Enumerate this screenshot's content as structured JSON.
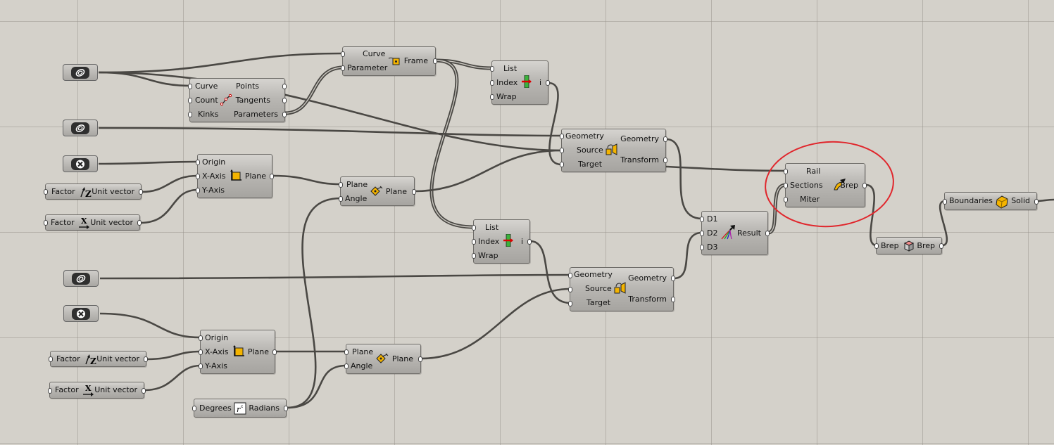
{
  "canvas": {
    "background": "#d4d1ca",
    "wire_color": "#4a4844",
    "highlight_color": "#e0262c"
  },
  "params": [
    {
      "id": "curve1",
      "icon": "curve-param-icon"
    },
    {
      "id": "curve2",
      "icon": "curve-param-icon"
    },
    {
      "id": "curve3",
      "icon": "curve-param-icon"
    },
    {
      "id": "point1",
      "icon": "point-param-icon"
    },
    {
      "id": "point2",
      "icon": "point-param-icon"
    }
  ],
  "components": {
    "divide": {
      "inputs": [
        "Curve",
        "Count",
        "Kinks"
      ],
      "outputs": [
        "Points",
        "Tangents",
        "Parameters"
      ],
      "icon": "divide-curve-icon"
    },
    "frame": {
      "inputs": [
        "Curve",
        "Parameter"
      ],
      "outputs": [
        "Frame"
      ],
      "icon": "curve-frame-icon"
    },
    "list1": {
      "inputs": [
        "List",
        "Index",
        "Wrap"
      ],
      "outputs": [
        "i"
      ],
      "icon": "list-item-icon"
    },
    "list2": {
      "inputs": [
        "List",
        "Index",
        "Wrap"
      ],
      "outputs": [
        "i"
      ],
      "icon": "list-item-icon"
    },
    "orient1": {
      "inputs": [
        "Geometry",
        "Source",
        "Target"
      ],
      "outputs": [
        "Geometry",
        "Transform"
      ],
      "icon": "orient-icon"
    },
    "orient2": {
      "inputs": [
        "Geometry",
        "Source",
        "Target"
      ],
      "outputs": [
        "Geometry",
        "Transform"
      ],
      "icon": "orient-icon"
    },
    "cplane1": {
      "inputs": [
        "Origin",
        "X-Axis",
        "Y-Axis"
      ],
      "outputs": [
        "Plane"
      ],
      "icon": "construct-plane-icon"
    },
    "cplane2": {
      "inputs": [
        "Origin",
        "X-Axis",
        "Y-Axis"
      ],
      "outputs": [
        "Plane"
      ],
      "icon": "construct-plane-icon"
    },
    "uz1": {
      "inputs": [
        "Factor"
      ],
      "outputs": [
        "Unit vector"
      ],
      "icon": "unit-z-icon"
    },
    "ux1": {
      "inputs": [
        "Factor"
      ],
      "outputs": [
        "Unit vector"
      ],
      "icon": "unit-x-icon"
    },
    "uz2": {
      "inputs": [
        "Factor"
      ],
      "outputs": [
        "Unit vector"
      ],
      "icon": "unit-z-icon"
    },
    "ux2": {
      "inputs": [
        "Factor"
      ],
      "outputs": [
        "Unit vector"
      ],
      "icon": "unit-x-icon"
    },
    "rotate1": {
      "inputs": [
        "Plane",
        "Angle"
      ],
      "outputs": [
        "Plane"
      ],
      "icon": "rotate-plane-icon"
    },
    "rotate2": {
      "inputs": [
        "Plane",
        "Angle"
      ],
      "outputs": [
        "Plane"
      ],
      "icon": "rotate-plane-icon"
    },
    "merge": {
      "inputs": [
        "D1",
        "D2",
        "D3"
      ],
      "outputs": [
        "Result"
      ],
      "icon": "merge-icon"
    },
    "sweep": {
      "inputs": [
        "Rail",
        "Sections",
        "Miter"
      ],
      "outputs": [
        "Brep"
      ],
      "icon": "sweep1-icon"
    },
    "cap": {
      "inputs": [
        "Brep"
      ],
      "outputs": [
        "Brep"
      ],
      "icon": "cap-holes-icon"
    },
    "boundary": {
      "inputs": [
        "Boundaries"
      ],
      "outputs": [
        "Solid"
      ],
      "icon": "boundary-solid-icon"
    },
    "radians": {
      "inputs": [
        "Degrees"
      ],
      "outputs": [
        "Radians"
      ],
      "icon": "radians-icon"
    }
  }
}
